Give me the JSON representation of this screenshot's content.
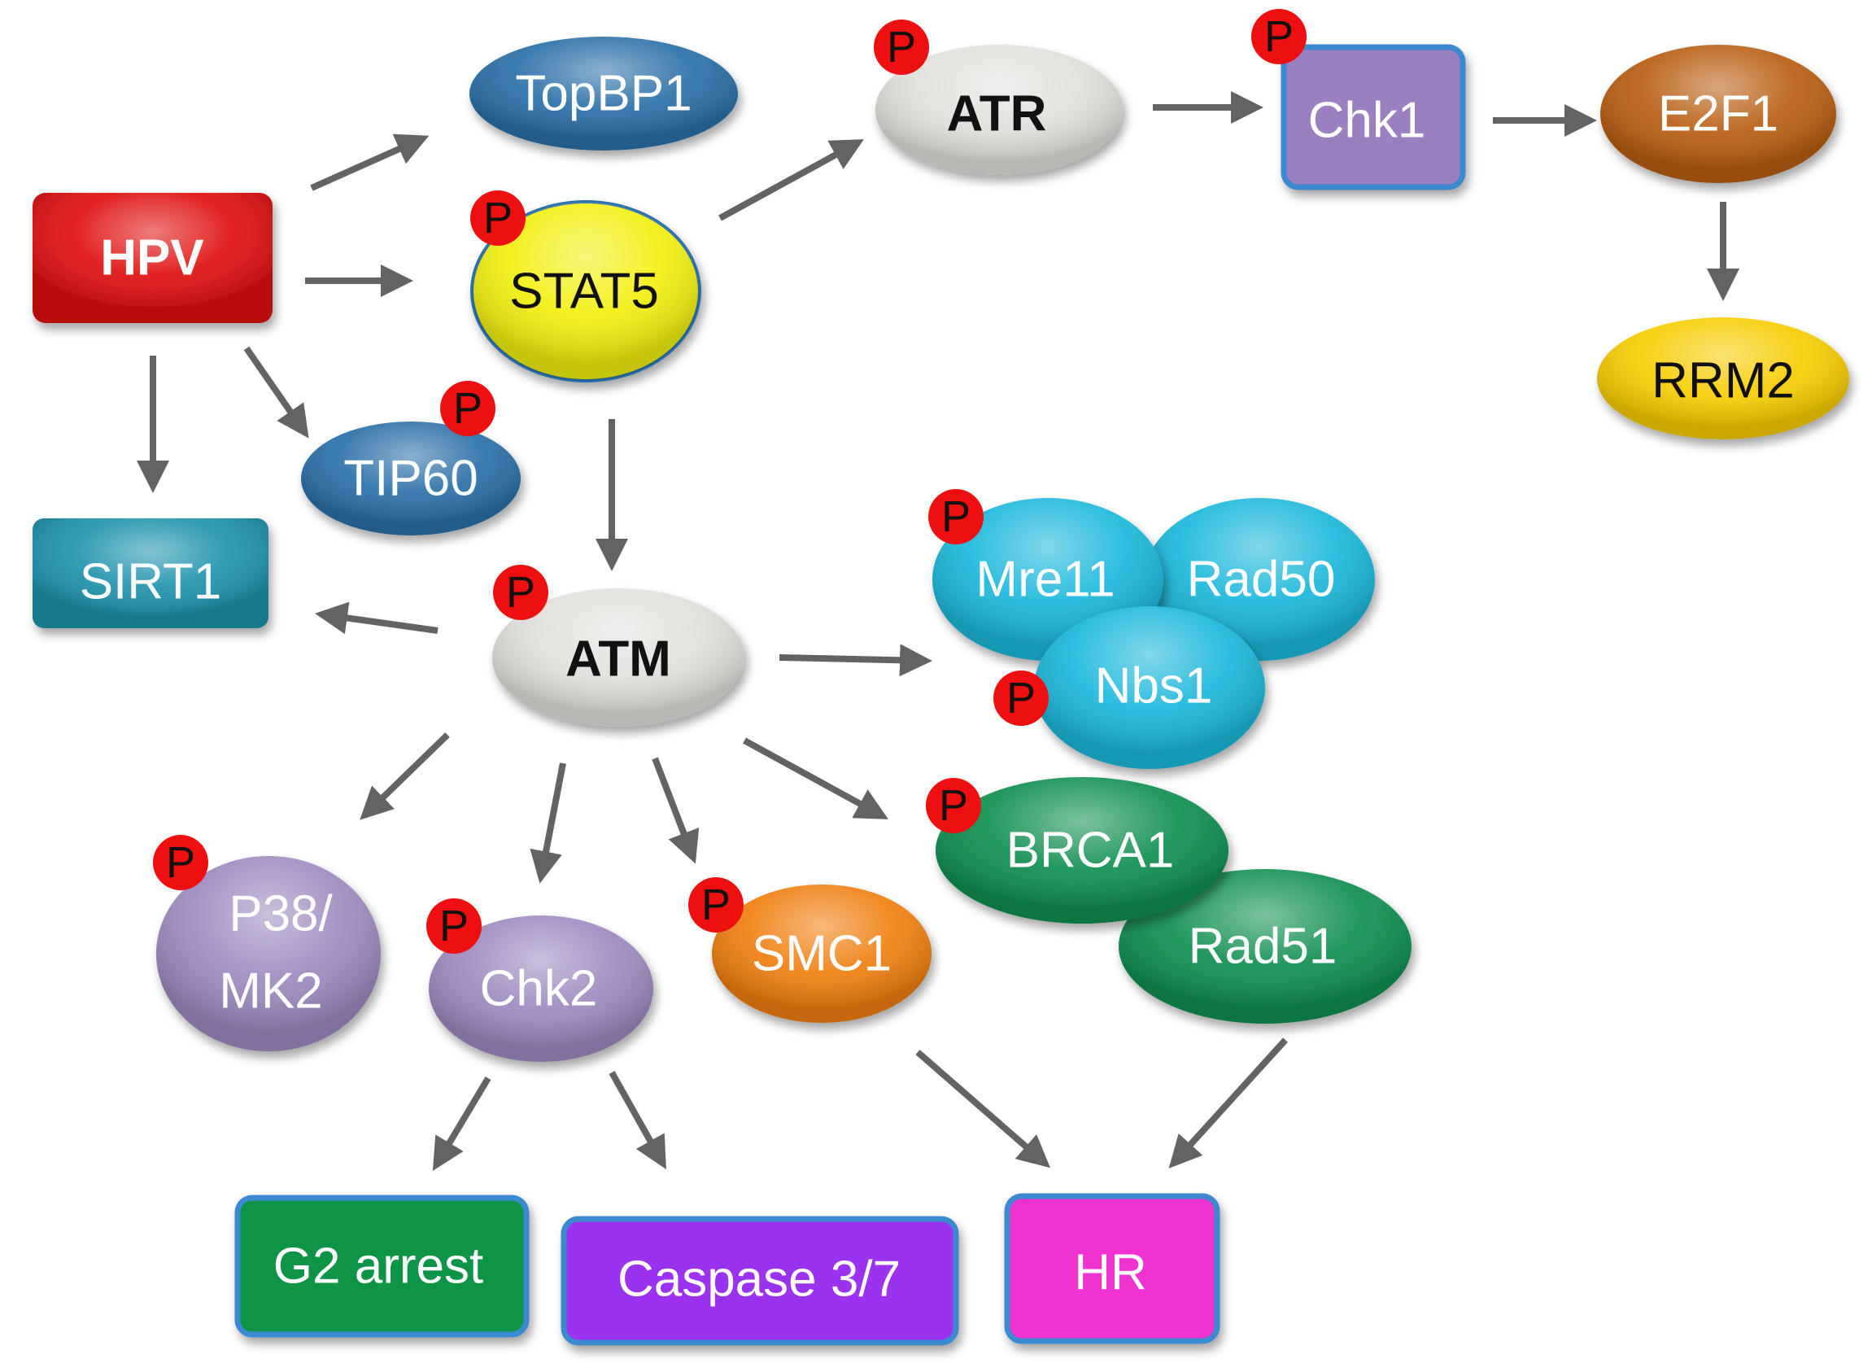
{
  "diagram": {
    "nodes": {
      "hpv": {
        "label": "HPV",
        "color": "#e01010"
      },
      "topbp1": {
        "label": "TopBP1",
        "color": "#2a6fa8"
      },
      "stat5": {
        "label": "STAT5",
        "color": "#f2f010"
      },
      "tip60": {
        "label": "TIP60",
        "color": "#2a6fa8"
      },
      "sirt1": {
        "label": "SIRT1",
        "color": "#1e93ad"
      },
      "atr": {
        "label": "ATR",
        "color": "#e2e0dc"
      },
      "chk1": {
        "label": "Chk1",
        "color": "#9b7fc0"
      },
      "e2f1": {
        "label": "E2F1",
        "color": "#b85e12"
      },
      "rrm2": {
        "label": "RRM2",
        "color": "#f7cc00"
      },
      "atm": {
        "label": "ATM",
        "color": "#e2e0dc"
      },
      "mre11": {
        "label": "Mre11",
        "color": "#1cb8dc"
      },
      "rad50": {
        "label": "Rad50",
        "color": "#1cb8dc"
      },
      "nbs1": {
        "label": "Nbs1",
        "color": "#1cb8dc"
      },
      "brca1": {
        "label": "BRCA1",
        "color": "#0f8f4f"
      },
      "rad51": {
        "label": "Rad51",
        "color": "#0f8f4f"
      },
      "p38": {
        "label_line1": "P38/",
        "label_line2": "MK2",
        "color": "#9e8ac0"
      },
      "chk2": {
        "label": "Chk2",
        "color": "#9e8ac0"
      },
      "smc1": {
        "label": "SMC1",
        "color": "#f07f10"
      },
      "g2arrest": {
        "label": "G2 arrest",
        "color": "#119447"
      },
      "caspase": {
        "label": "Caspase 3/7",
        "color": "#9b30f0"
      },
      "hr": {
        "label": "HR",
        "color": "#f030d0"
      }
    },
    "phospho_label": "P",
    "phospho_color": "#ee1010",
    "arrow_color": "#636363"
  }
}
